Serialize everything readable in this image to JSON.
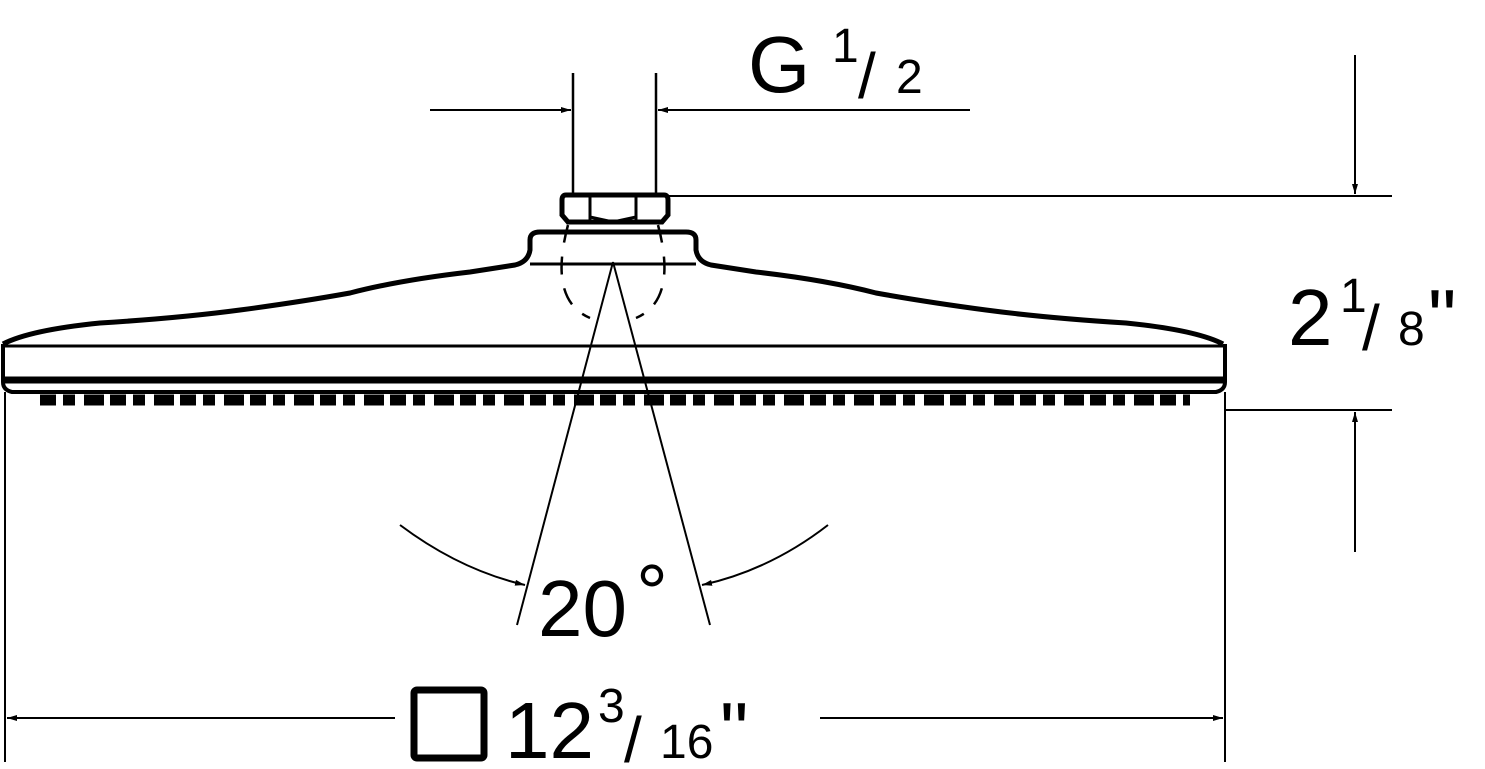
{
  "thread": {
    "letter": "G",
    "num": "1",
    "slash": "/",
    "den": "2"
  },
  "height": {
    "whole": "2",
    "num": "1",
    "slash": "/",
    "den": "8",
    "unit": "\""
  },
  "angle": {
    "value": "20",
    "unit": "°"
  },
  "width": {
    "whole": "12",
    "num": "3",
    "slash": "/",
    "den": "16",
    "unit": "\""
  },
  "colors": {
    "line": "#000000",
    "background": "#ffffff"
  }
}
